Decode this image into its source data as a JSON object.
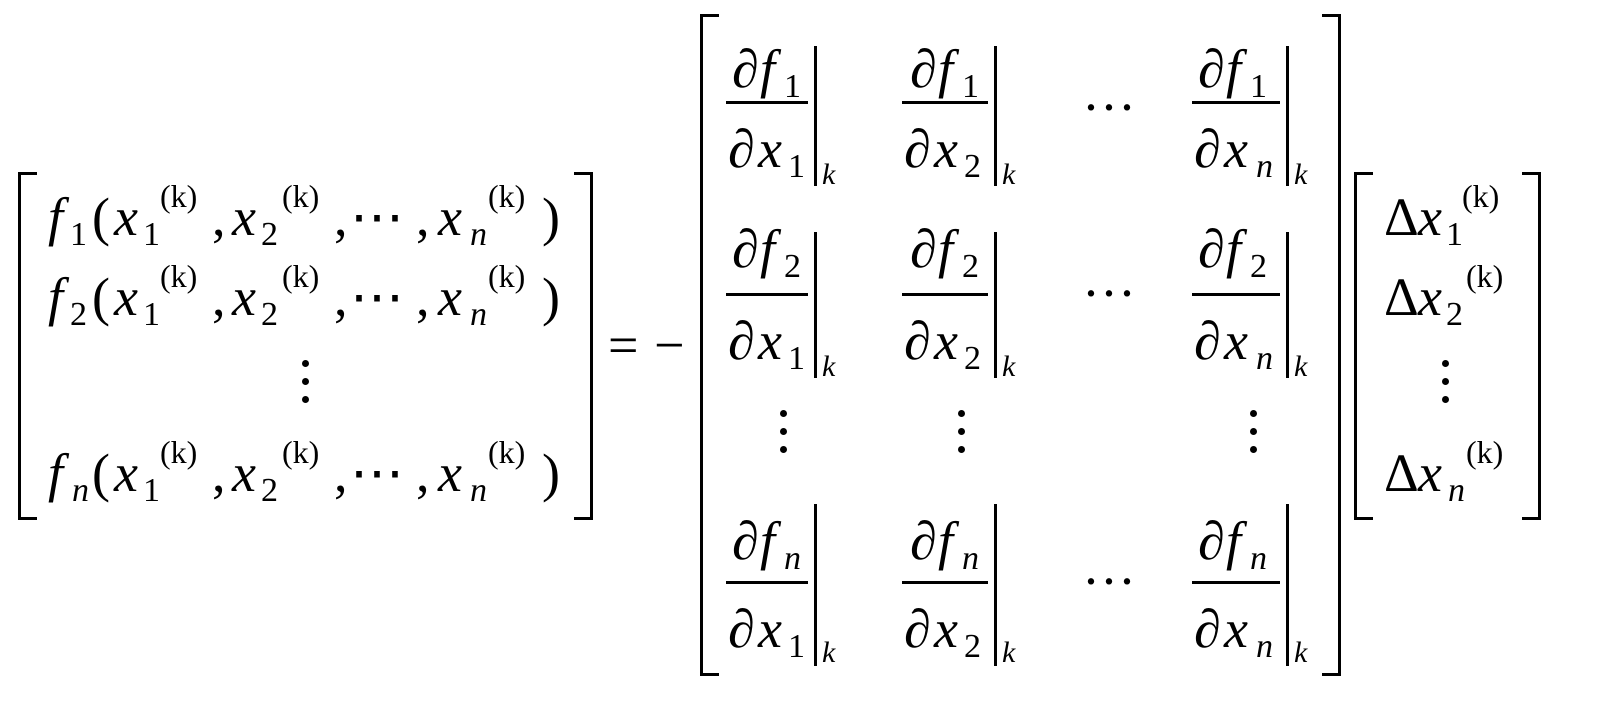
{
  "equation": {
    "left_vector": {
      "rows": [
        {
          "f": "f",
          "f_sub": "1"
        },
        {
          "f": "f",
          "f_sub": "2"
        },
        {
          "f": "f",
          "f_sub": "n"
        }
      ],
      "x1": "x",
      "x1_sub": "1",
      "x2": "x",
      "x2_sub": "2",
      "xn": "x",
      "xn_sub": "n",
      "superscript": "(k)",
      "open_paren": "(",
      "close_paren": ")",
      "comma": ",",
      "ellipsis": "⋯"
    },
    "relation": "=",
    "minus": "−",
    "jacobian": {
      "partial": "∂",
      "f": "f",
      "x": "x",
      "eval_sub": "k",
      "row_subs": [
        "1",
        "2",
        "n"
      ],
      "col_subs": [
        "1",
        "2",
        "n"
      ],
      "hdots": "···"
    },
    "right_vector": {
      "delta": "Δ",
      "x": "x",
      "subs": [
        "1",
        "2",
        "n"
      ],
      "superscript": "(k)"
    }
  }
}
